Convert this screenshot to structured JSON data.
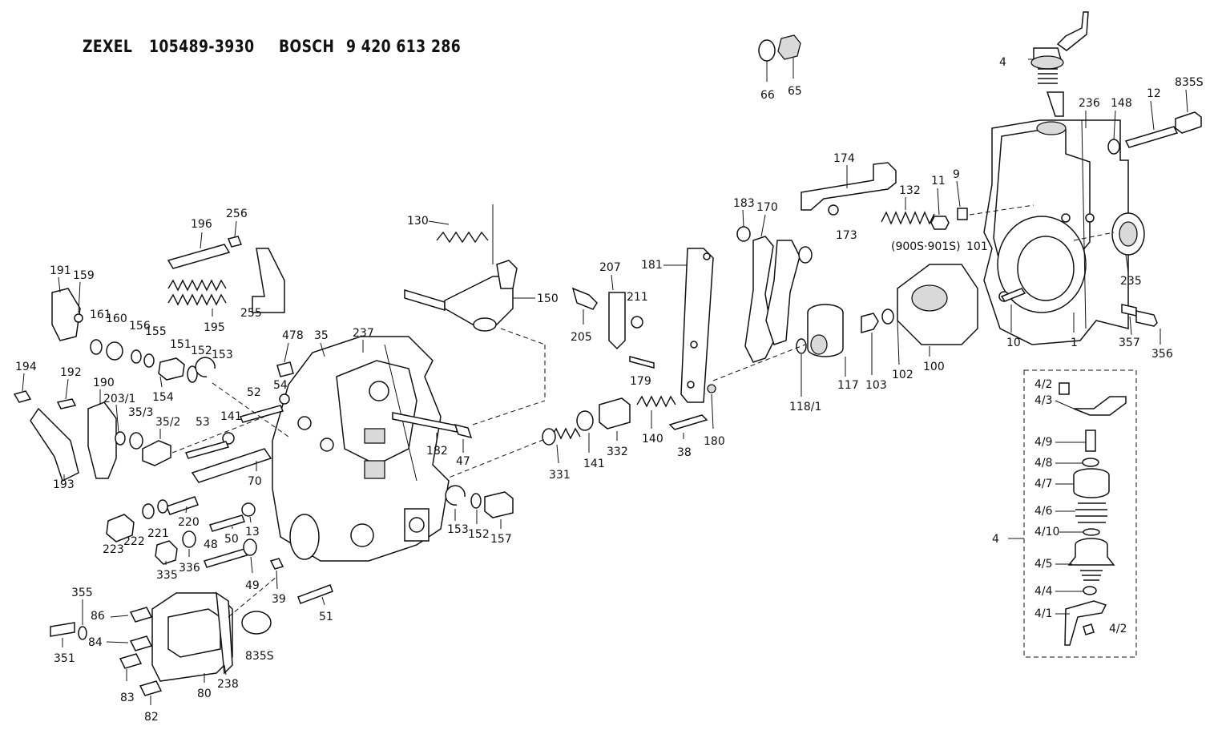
{
  "header": {
    "brand1": "ZEXEL",
    "number1": "105489-3930",
    "brand2": "BOSCH",
    "number2": "9 420 613 286"
  },
  "callouts": {
    "c65": "65",
    "c66": "66",
    "c4": "4",
    "c236": "236",
    "c148": "148",
    "c12": "12",
    "c835s_top": "835S",
    "c174": "174",
    "c183": "183",
    "c170": "170",
    "c173": "173",
    "c132": "132",
    "c11": "11",
    "c9": "9",
    "c9005": "(900S·901S)",
    "c101": "101",
    "c235": "235",
    "c357": "357",
    "c356": "356",
    "c10": "10",
    "c1": "1",
    "c130": "130",
    "c150": "150",
    "c181": "181",
    "c207": "207",
    "c211": "211",
    "c205": "205",
    "c118_1": "118/1",
    "c117": "117",
    "c103": "103",
    "c102": "102",
    "c100": "100",
    "c196": "196",
    "c256": "256",
    "c195": "195",
    "c255": "255",
    "c191": "191",
    "c159": "159",
    "c161": "161",
    "c160": "160",
    "c156": "156",
    "c155": "155",
    "c151": "151",
    "c152_top": "152",
    "c153_top": "153",
    "c154": "154",
    "c478": "478",
    "c35": "35",
    "c237": "237",
    "c54": "54",
    "c52": "52",
    "c141_left": "141",
    "c53": "53",
    "c194": "194",
    "c192": "192",
    "c190": "190",
    "c203_1": "203/1",
    "c35_3": "35/3",
    "c35_2": "35/2",
    "c193": "193",
    "c70": "70",
    "c182": "182",
    "c47": "47",
    "c179": "179",
    "c180": "180",
    "c38": "38",
    "c140": "140",
    "c332": "332",
    "c141": "141",
    "c331": "331",
    "c220": "220",
    "c221": "221",
    "c222": "222",
    "c223": "223",
    "c50": "50",
    "c13": "13",
    "c48": "48",
    "c335": "335",
    "c336": "336",
    "c49": "49",
    "c39": "39",
    "c51": "51",
    "c153_bottom": "153",
    "c152_bottom": "152",
    "c157": "157",
    "c355": "355",
    "c86": "86",
    "c84": "84",
    "c351": "351",
    "c83": "83",
    "c82": "82",
    "c80": "80",
    "c238": "238",
    "c835s_bottom": "835S",
    "c4_2a": "4/2",
    "c4_3": "4/3",
    "c4_9": "4/9",
    "c4_8": "4/8",
    "c4_7": "4/7",
    "c4_6": "4/6",
    "c4_10": "4/10",
    "c4_5": "4/5",
    "c4_4": "4/4",
    "c4_1": "4/1",
    "c4_2b": "4/2",
    "c4_detail": "4"
  }
}
